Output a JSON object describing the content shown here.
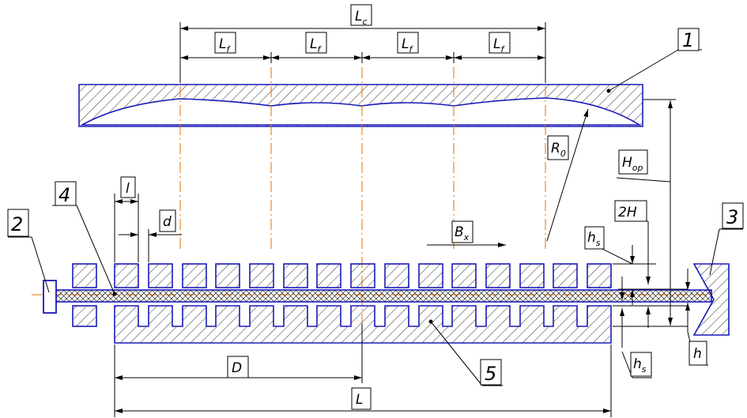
{
  "labels": {
    "Lc": {
      "main": "L",
      "sub": "c"
    },
    "Lf": {
      "main": "L",
      "sub": "f"
    },
    "R0": {
      "main": "R",
      "sub": "0"
    },
    "Hop": {
      "main": "H",
      "sub": "op"
    },
    "Bx": {
      "main": "B",
      "sub": "x"
    },
    "hs": {
      "main": "h",
      "sub": "s"
    },
    "twoH": "2H",
    "l": "l",
    "d": "d",
    "D": "D",
    "L": "L",
    "h": "h"
  },
  "callouts": [
    "1",
    "2",
    "3",
    "4",
    "5"
  ],
  "colors": {
    "outline": "#1a1ab8",
    "axis": "#e07000",
    "dimension": "#000000"
  }
}
